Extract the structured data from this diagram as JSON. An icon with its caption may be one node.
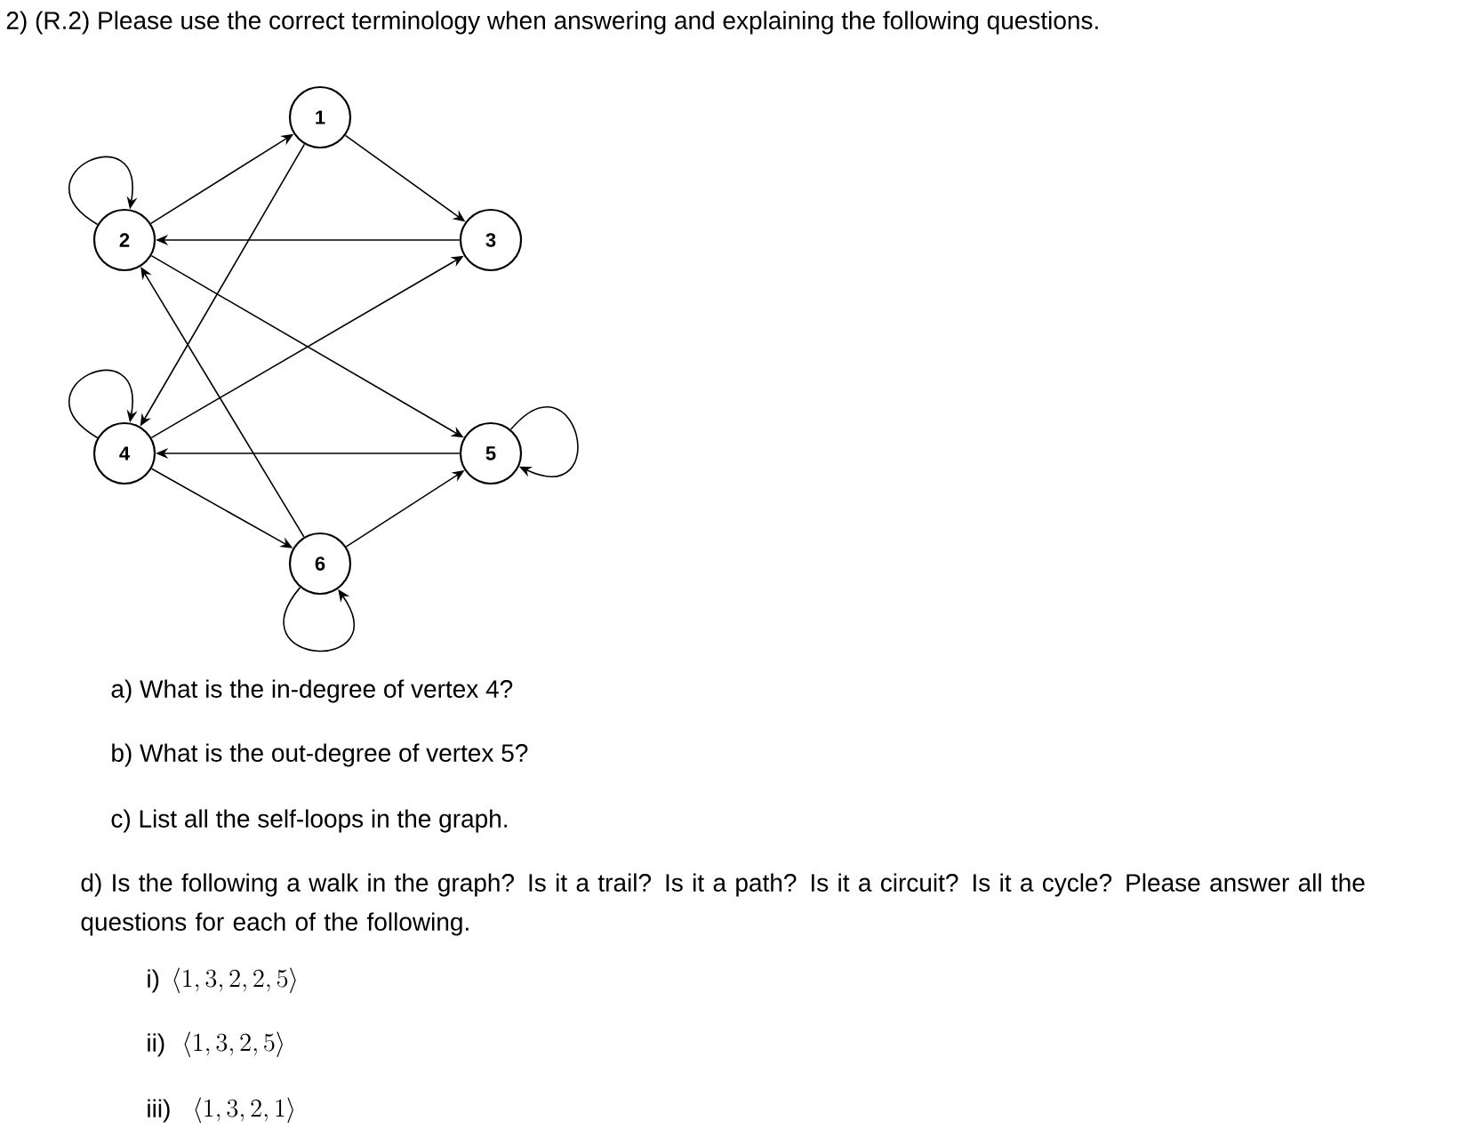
{
  "diagram": {
    "nodes": [
      {
        "text": [
          "1"
        ]
      },
      {
        "text": [
          "2"
        ]
      },
      {
        "text": [
          "3"
        ]
      },
      {
        "text": [
          "4"
        ]
      },
      {
        "text": [
          "5"
        ]
      },
      {
        "text": [
          "6"
        ]
      }
    ],
    "edges": [
      {
        "from": 1,
        "to": 0,
        "arrow": "to"
      },
      {
        "from": 0,
        "to": 2,
        "arrow": "to"
      },
      {
        "from": 0,
        "to": 3,
        "arrow": "to"
      },
      {
        "from": 2,
        "to": 1,
        "arrow": "to"
      },
      {
        "from": 1,
        "to": 4,
        "arrow": "to"
      },
      {
        "from": 3,
        "to": 2,
        "arrow": "to"
      },
      {
        "from": 5,
        "to": 1,
        "arrow": "to"
      },
      {
        "from": 4,
        "to": 3,
        "arrow": "to"
      },
      {
        "from": 3,
        "to": 5,
        "arrow": "to"
      },
      {
        "from": 5,
        "to": 4,
        "arrow": "to"
      },
      {
        "from": 1,
        "to": 1,
        "arrow": "to"
      },
      {
        "from": 3,
        "to": 3,
        "arrow": "to"
      },
      {
        "from": 4,
        "to": 4,
        "arrow": "to"
      },
      {
        "from": 5,
        "to": 5,
        "arrow": "to"
      }
    ],
    "labels": [
      "2) (R.2) Please use the correct terminology when answering and explaining the following questions.",
      "a) What is the in-degree of vertex 4?",
      "b) What is the out-degree of vertex 5?",
      "c) List all the self-loops in the graph.",
      "d) Is the following a walk in the graph? Is it a trail? Is it a path? Is it a circuit? Is it a cycle? Please answer all the questions for each of the following.",
      "i)",
      "\\langle 1, 3, 2, 2, 5\\rangle",
      "ii)",
      "\\langle 1, 3, 2, 5\\rangle",
      "iii)",
      "\\langle 1, 3, 2, 1\\rangle"
    ]
  }
}
